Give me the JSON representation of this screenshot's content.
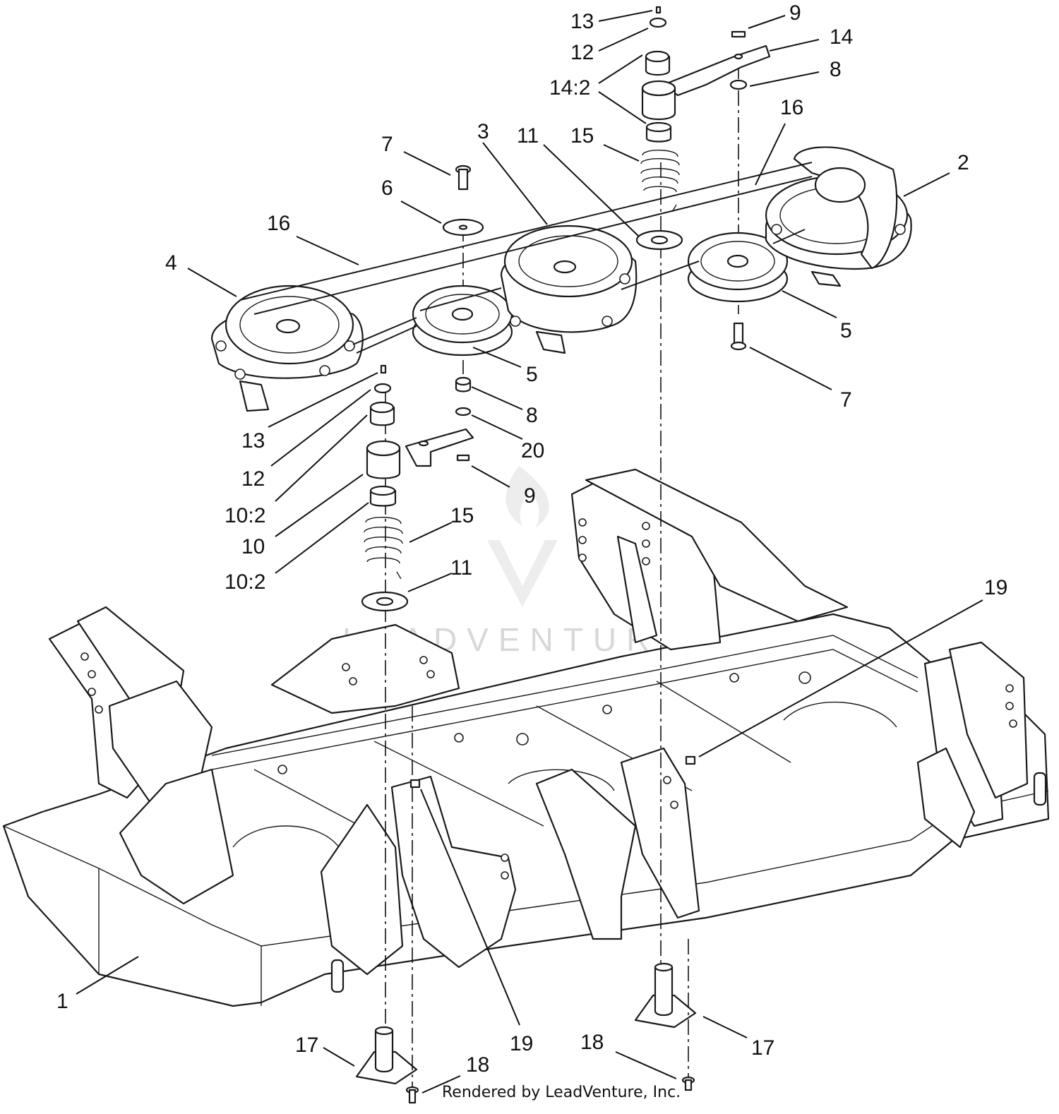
{
  "callouts": [
    {
      "id": "c-13-top",
      "label": "13"
    },
    {
      "id": "c-9-top",
      "label": "9"
    },
    {
      "id": "c-12-top",
      "label": "12"
    },
    {
      "id": "c-14",
      "label": "14"
    },
    {
      "id": "c-8-top",
      "label": "8"
    },
    {
      "id": "c-14-2",
      "label": "14:2"
    },
    {
      "id": "c-16-right",
      "label": "16"
    },
    {
      "id": "c-7-top",
      "label": "7"
    },
    {
      "id": "c-3",
      "label": "3"
    },
    {
      "id": "c-11-top",
      "label": "11"
    },
    {
      "id": "c-15-top",
      "label": "15"
    },
    {
      "id": "c-2",
      "label": "2"
    },
    {
      "id": "c-6",
      "label": "6"
    },
    {
      "id": "c-16-left",
      "label": "16"
    },
    {
      "id": "c-4",
      "label": "4"
    },
    {
      "id": "c-5-right",
      "label": "5"
    },
    {
      "id": "c-5-mid",
      "label": "5"
    },
    {
      "id": "c-7-right",
      "label": "7"
    },
    {
      "id": "c-8-mid",
      "label": "8"
    },
    {
      "id": "c-13-mid",
      "label": "13"
    },
    {
      "id": "c-20",
      "label": "20"
    },
    {
      "id": "c-12-mid",
      "label": "12"
    },
    {
      "id": "c-9-mid",
      "label": "9"
    },
    {
      "id": "c-10-2-a",
      "label": "10:2"
    },
    {
      "id": "c-10",
      "label": "10"
    },
    {
      "id": "c-15-mid",
      "label": "15"
    },
    {
      "id": "c-10-2-b",
      "label": "10:2"
    },
    {
      "id": "c-11-mid",
      "label": "11"
    },
    {
      "id": "c-19-right",
      "label": "19"
    },
    {
      "id": "c-1",
      "label": "1"
    },
    {
      "id": "c-19-bottom",
      "label": "19"
    },
    {
      "id": "c-17-left",
      "label": "17"
    },
    {
      "id": "c-18-left",
      "label": "18"
    },
    {
      "id": "c-18-right",
      "label": "18"
    },
    {
      "id": "c-17-right",
      "label": "17"
    }
  ],
  "watermark": "LEADVENTURE",
  "credit": "Rendered by LeadVenture, Inc."
}
